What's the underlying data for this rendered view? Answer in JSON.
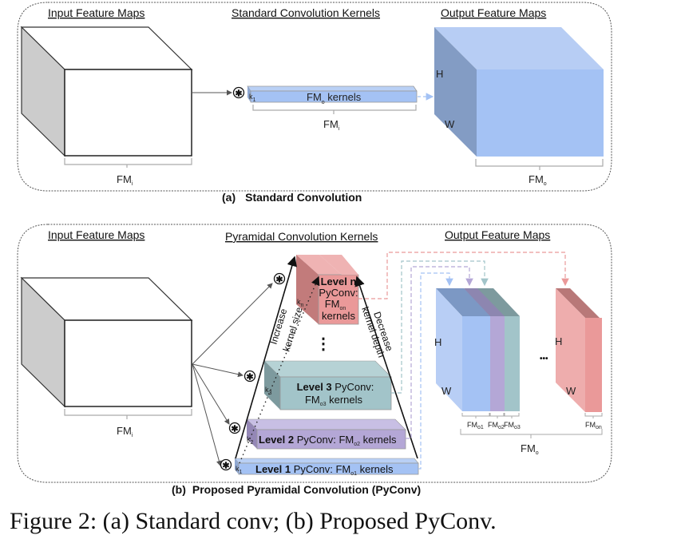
{
  "figure": {
    "caption": "Figure 2: (a) Standard conv; (b) Proposed PyConv.",
    "colors": {
      "input_front": "#ffffff",
      "input_side": "#cccccc",
      "std_kernel": "#a4c2f4",
      "std_kernel_top": "#b9d0f5",
      "output_front": "#a4c2f4",
      "output_top": "#b7cdf4",
      "output_side": "#839cc4",
      "level1": "#a4c2f4",
      "level2": "#b4a7d6",
      "level3": "#a2c4c9",
      "leveln": "#ea9999",
      "level2_top": "#c8bfe4",
      "level3_top": "#b6d2d5",
      "leveln_top": "#efb3b3",
      "leveln_side": "#c27b7b",
      "level3_side": "#7d9a9e",
      "level2_side": "#9487b6"
    }
  },
  "panel_a": {
    "caption_prefix": "(a)",
    "caption": "Standard Convolution",
    "headers": {
      "input": "Input Feature Maps",
      "kernels": "Standard Convolution Kernels",
      "output": "Output Feature Maps"
    },
    "conv_symbol": "✱",
    "kernel": {
      "k_label": "k",
      "k_sub": "1",
      "text_main": "FM",
      "text_sub": "o",
      "text_rest": " kernels",
      "depth_label": "FM",
      "depth_sub": "i"
    },
    "input_label": "FM",
    "input_sub": "i",
    "output_label": "FM",
    "output_sub": "o",
    "h_label": "H",
    "w_label": "W"
  },
  "panel_b": {
    "caption_prefix": "(b)",
    "caption": "Proposed Pyramidal Convolution (PyConv)",
    "headers": {
      "input": "Input Feature Maps",
      "kernels": "Pyramidal Convolution Kernels",
      "output": "Output Feature Maps"
    },
    "conv_symbol": "✱",
    "input_label": "FM",
    "input_sub": "i",
    "increase_line1": "Increase",
    "increase_line2": "kernel size",
    "decrease_line1": "Decrease",
    "decrease_line2": "kernel depth",
    "vdots": "⋮",
    "hdots": "•••",
    "levels": [
      {
        "id": "1",
        "bold": "Level 1",
        "rest": " PyConv: FM",
        "sub": "o1",
        "tail": " kernels",
        "k": "k",
        "k_sub": "1"
      },
      {
        "id": "2",
        "bold": "Level 2",
        "rest": " PyConv: FM",
        "sub": "o2",
        "tail": " kernels",
        "k": "k",
        "k_sub": "2"
      },
      {
        "id": "3",
        "bold": "Level 3",
        "rest": " PyConv:",
        "line2": "FM",
        "sub": "o3",
        "tail": " kernels",
        "k": "k",
        "k_sub": "3"
      },
      {
        "id": "n",
        "bold": "Level n",
        "rest": "PyConv:",
        "line2": "FM",
        "sub": "on",
        "tail": "kernels",
        "k": "k",
        "k_sub": "n"
      }
    ],
    "output_labels": [
      {
        "main": "FM",
        "sub": "o1"
      },
      {
        "main": "FM",
        "sub": "o2"
      },
      {
        "main": "FM",
        "sub": "o3"
      },
      {
        "main": "FM",
        "sub": "on"
      }
    ],
    "output_total": {
      "main": "FM",
      "sub": "o"
    },
    "h_label": "H",
    "w_label": "W"
  }
}
